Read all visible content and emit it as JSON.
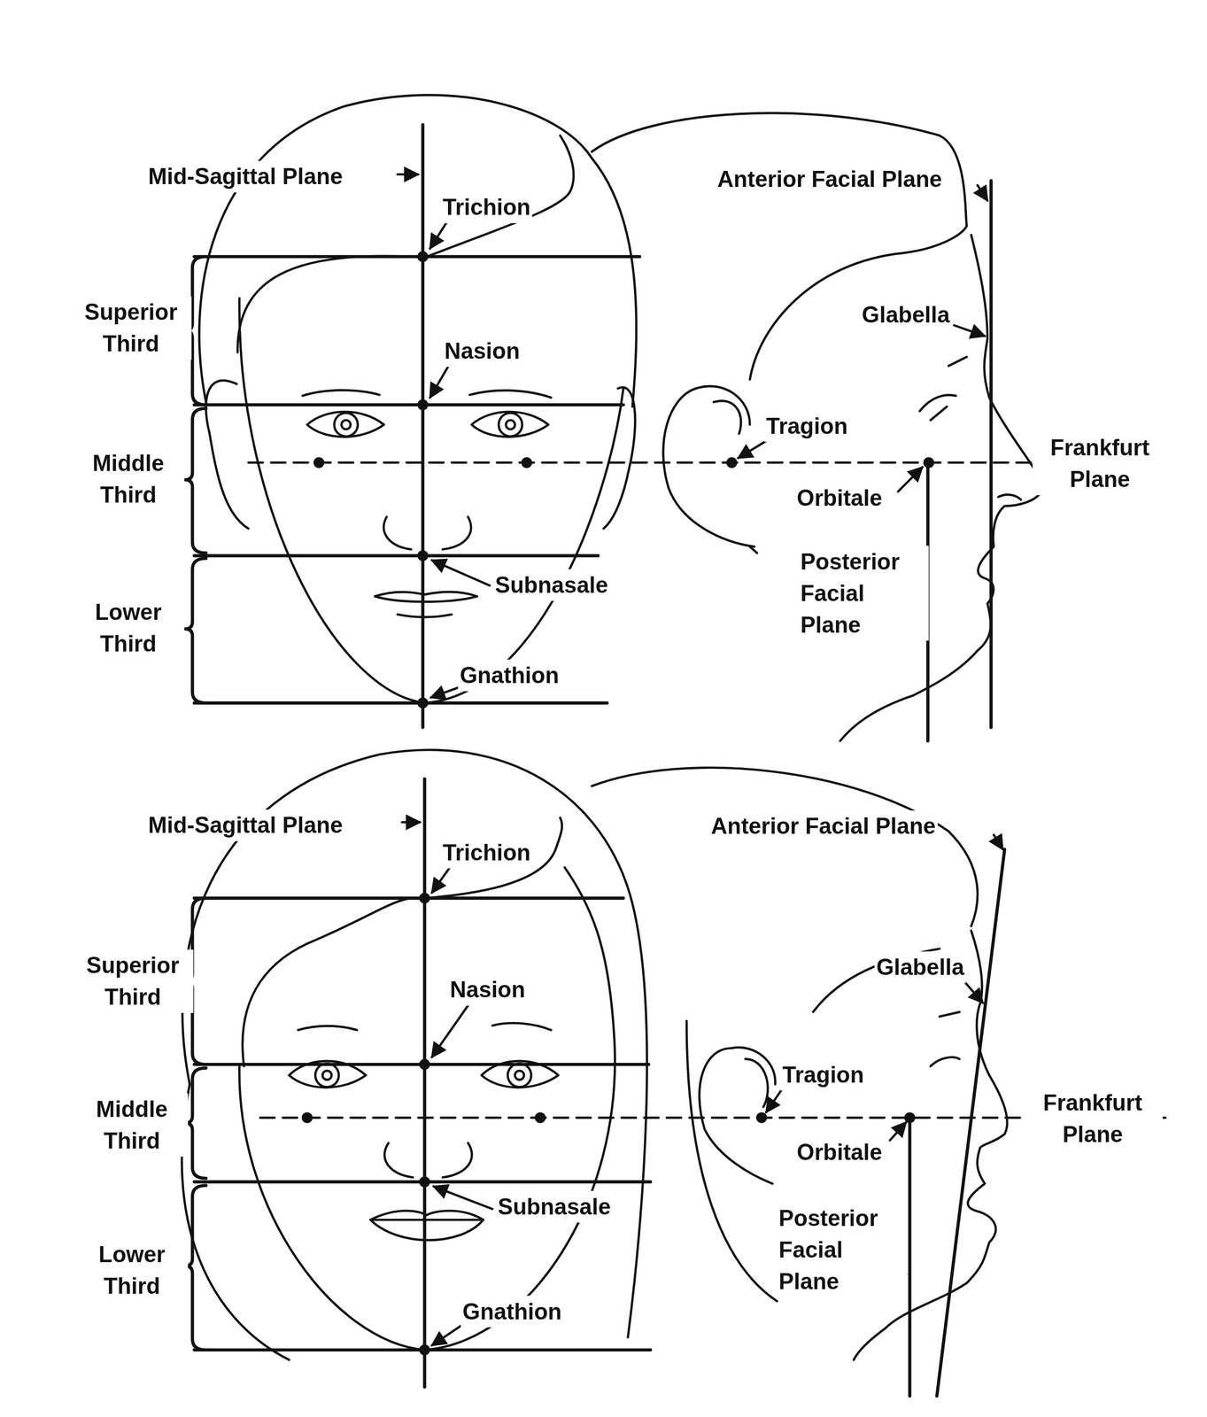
{
  "diagram": {
    "labels": [
      "Mid-Sagittal Plane",
      "Trichion",
      "Anterior Facial Plane",
      "Superior Third",
      "Nasion",
      "Glabella",
      "Tragion",
      "Middle Third",
      "Frankfurt Plane",
      "Orbitale",
      "Posterior Facial Plane",
      "Subnasale",
      "Lower Third",
      "Gnathion",
      "Mid-Sagittal Plane",
      "Trichion",
      "Anterior Facial Plane",
      "Superior Third",
      "Nasion",
      "Glabella",
      "Tragion",
      "Middle Third",
      "Frankfurt Plane",
      "Orbitale",
      "Posterior Facial Plane",
      "Subnasale",
      "Lower Third",
      "Gnathion"
    ]
  }
}
